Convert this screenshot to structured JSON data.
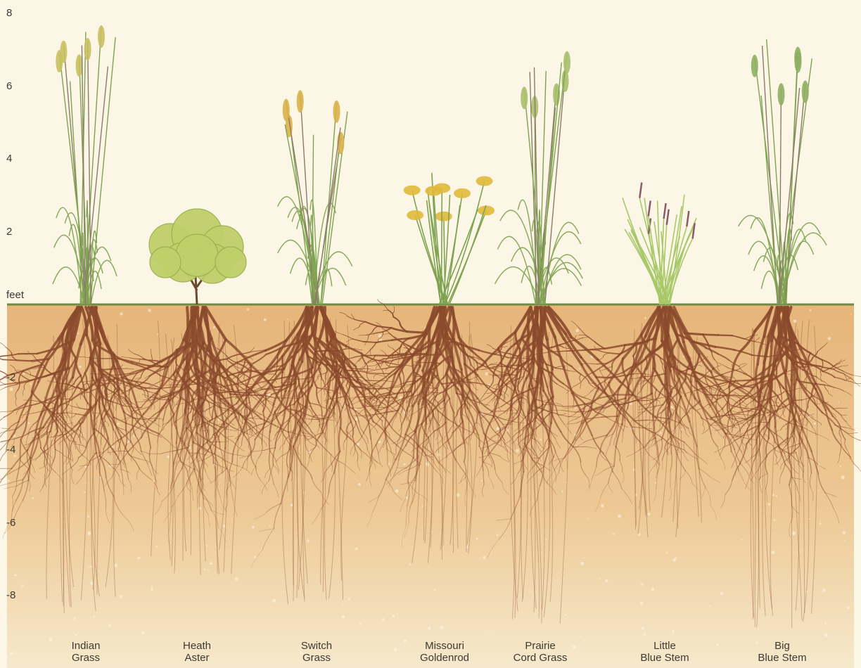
{
  "axis": {
    "unit_label": "feet",
    "ticks": [
      {
        "label": "8",
        "value": 8
      },
      {
        "label": "6",
        "value": 6
      },
      {
        "label": "4",
        "value": 4
      },
      {
        "label": "2",
        "value": 2
      },
      {
        "label": "-2",
        "value": -2
      },
      {
        "label": "-4",
        "value": -4
      },
      {
        "label": "-6",
        "value": -6
      },
      {
        "label": "-8",
        "value": -8
      }
    ]
  },
  "plants": [
    {
      "id": "indian-grass",
      "line1": "Indian",
      "line2": "Grass",
      "form": "tall-grass",
      "height_ft": 7.6,
      "root_depth_ft": -8.5,
      "top_color": "#c8c160"
    },
    {
      "id": "heath-aster",
      "line1": "Heath",
      "line2": "Aster",
      "form": "bush",
      "height_ft": 2.4,
      "root_depth_ft": -7.5,
      "top_color": "#bfcf6a"
    },
    {
      "id": "switch-grass",
      "line1": "Switch",
      "line2": "Grass",
      "form": "tall-grass",
      "height_ft": 6.3,
      "root_depth_ft": -8.3,
      "top_color": "#d9b24a"
    },
    {
      "id": "missouri-goldenrod",
      "line1": "Missouri",
      "line2": "Goldenrod",
      "form": "flower",
      "height_ft": 3.7,
      "root_depth_ft": -7.2,
      "top_color": "#e0b93a"
    },
    {
      "id": "prairie-cord-grass",
      "line1": "Prairie",
      "line2": "Cord Grass",
      "form": "tall-grass",
      "height_ft": 7.0,
      "root_depth_ft": -8.8,
      "top_color": "#a9c06b"
    },
    {
      "id": "little-blue-stem",
      "line1": "Little",
      "line2": "Blue Stem",
      "form": "tuft",
      "height_ft": 3.1,
      "root_depth_ft": -6.4,
      "top_color": "#a8c86a"
    },
    {
      "id": "big-blue-stem",
      "line1": "Big",
      "line2": "Blue Stem",
      "form": "tall-grass",
      "height_ft": 7.4,
      "root_depth_ft": -9.0,
      "top_color": "#8fb063"
    }
  ],
  "colors": {
    "sky": "#fbf6e6",
    "soil_top": "#e6b57a",
    "soil_bottom": "#f6e9cc",
    "ground_line": "#6f8a45",
    "root": "#8a4a2c",
    "stem": "#7fa350"
  }
}
